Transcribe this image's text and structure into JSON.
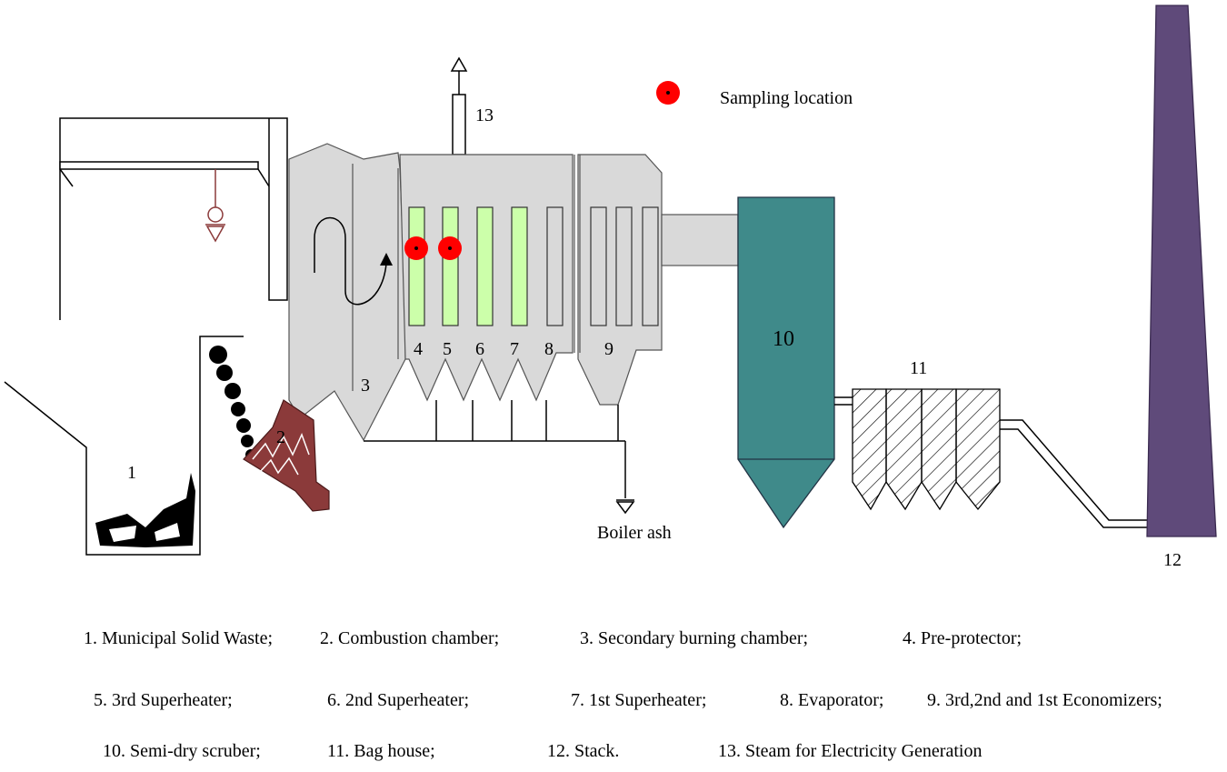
{
  "diagram": {
    "sampling_legend": "Sampling location",
    "boiler_ash": "Boiler ash",
    "numbers": [
      "1",
      "2",
      "3",
      "4",
      "5",
      "6",
      "7",
      "8",
      "9",
      "10",
      "11",
      "12",
      "13"
    ],
    "legend_items": [
      "1. Municipal Solid Waste;",
      "2. Combustion chamber;",
      "3. Secondary burning chamber;",
      "4. Pre-protector;",
      "5. 3rd Superheater;",
      "6. 2nd Superheater;",
      "7. 1st  Superheater;",
      "8. Evaporator;",
      "9. 3rd,2nd and 1st Economizers;",
      "10. Semi-dry scruber;",
      "11. Bag house;",
      "12. Stack.",
      "13. Steam for Electricity Generation"
    ],
    "colors": {
      "superheater_green": "#ccffaa",
      "boiler_grey": "#d9d9d9",
      "combustion_brown": "#8b3a3a",
      "scrubber_teal": "#3f8a8a",
      "stack_purple": "#5f4a7a",
      "sampling_red": "#ff0000"
    }
  }
}
